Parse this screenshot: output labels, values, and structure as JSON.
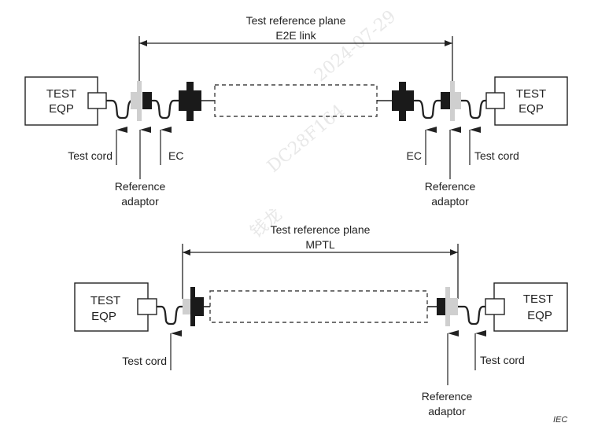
{
  "watermark": {
    "text_date": "2024-07-29",
    "text_id": "DC28F164",
    "text_name": "钱龙"
  },
  "diagrams": [
    {
      "id": "e2e",
      "title_line1": "Test reference plane",
      "title_line2": "E2E link",
      "left_equipment": {
        "line1": "TEST",
        "line2": "EQP"
      },
      "right_equipment": {
        "line1": "TEST",
        "line2": "EQP"
      },
      "labels": {
        "left_test_cord": "Test cord",
        "left_reference_adaptor_1": "Reference",
        "left_reference_adaptor_2": "adaptor",
        "left_ec": "EC",
        "right_ec": "EC",
        "right_reference_adaptor_1": "Reference",
        "right_reference_adaptor_2": "adaptor",
        "right_test_cord": "Test cord"
      }
    },
    {
      "id": "mptl",
      "title_line1": "Test reference plane",
      "title_line2": "MPTL",
      "left_equipment": {
        "line1": "TEST",
        "line2": "EQP"
      },
      "right_equipment": {
        "line1": "TEST",
        "line2": "EQP"
      },
      "labels": {
        "left_test_cord": "Test cord",
        "right_reference_adaptor_1": "Reference",
        "right_reference_adaptor_2": "adaptor",
        "right_test_cord": "Test cord"
      }
    }
  ],
  "source_mark": "IEC",
  "colors": {
    "line": "#222222",
    "connector_dark": "#1a1a1a",
    "adaptor_gray": "#cfcfcf",
    "dashed": "#444444"
  }
}
